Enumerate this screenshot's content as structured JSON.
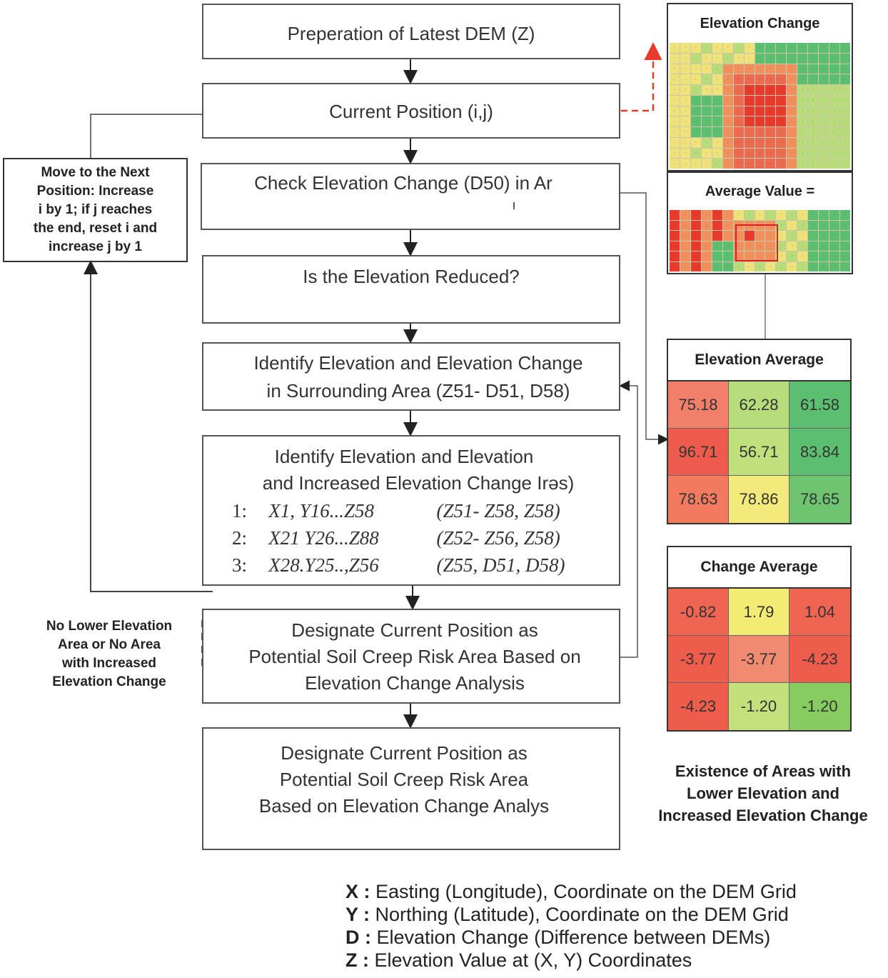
{
  "flow": {
    "step1": "Preperation of Latest DEM (Z)",
    "step2": "Current Position (i,j)",
    "step3": "Check Elevation Change (D50) in Ar",
    "step3_mark": "ı",
    "step4": "Is the Elevation Reduced?",
    "step5_l1": "Identify Elevation and Elevation Change",
    "step5_l2": "in Surrounding Area (Z51- D51, D58)",
    "step6_l1": "Identify Elevation and Elevation",
    "step6_l2": "and Increased Elevation Change Irəs)",
    "step6_rows": [
      {
        "n": "1:",
        "a": "X1, Y16...Z58",
        "b": "(Z51- Z58, Z58)"
      },
      {
        "n": "2:",
        "a": "X21 Y26...Z88",
        "b": "(Z52- Z56, Z58)"
      },
      {
        "n": "3:",
        "a": "X28.Y25..,Z56",
        "b": "(Z55, D51, D58)"
      }
    ],
    "step7_l1": "Designate Current Position as",
    "step7_l2": "Potential Soil Creep Risk Area Based on",
    "step7_l3": "Elevation Change Analysis",
    "step8_l1": "Designate Current Position as",
    "step8_l2": "Potential Soil Creep Risk Area",
    "step8_l3": "Based on Elevation Change Analys"
  },
  "side": {
    "move_l1": "Move to the Next",
    "move_l2": "Position: Increase",
    "move_l3": "i by 1; if j reaches",
    "move_l4": "the end, reset i and",
    "move_l5": "increase j by 1",
    "no_l1": "No Lower Elevation",
    "no_l2": "Area or No Area",
    "no_l3": "with Increased",
    "no_l4": "Elevation Change",
    "exist_l1": "Existence of Areas with",
    "exist_l2": "Lower Elevation and",
    "exist_l3": "Increased Elevation Change"
  },
  "panels": {
    "elev_change_title": "Elevation Change",
    "avg_value_title": "Average Value ="
  },
  "elevation_average": {
    "title": "Elevation Average",
    "cells": [
      {
        "v": "75.18",
        "c": "#f0806a"
      },
      {
        "v": "62.28",
        "c": "#b6dc7c"
      },
      {
        "v": "61.58",
        "c": "#5cbf6f"
      },
      {
        "v": "96.71",
        "c": "#ee5a4c"
      },
      {
        "v": "56.71",
        "c": "#bfe07c"
      },
      {
        "v": "83.84",
        "c": "#5cbf6f"
      },
      {
        "v": "78.63",
        "c": "#f27a5e"
      },
      {
        "v": "78.86",
        "c": "#f3ea7c"
      },
      {
        "v": "78.65",
        "c": "#6fc470"
      }
    ]
  },
  "change_average": {
    "title": "Change Average",
    "cells": [
      {
        "v": "-0.82",
        "c": "#ef6552"
      },
      {
        "v": "1.79",
        "c": "#f2ec74"
      },
      {
        "v": "1.04",
        "c": "#ef6552"
      },
      {
        "v": "-3.77",
        "c": "#ee5d4c"
      },
      {
        "v": "-3.77",
        "c": "#f08a70"
      },
      {
        "v": "-4.23",
        "c": "#ee5d4c"
      },
      {
        "v": "-4.23",
        "c": "#ee5d4c"
      },
      {
        "v": "-1.20",
        "c": "#c3e07c"
      },
      {
        "v": "-1.20",
        "c": "#86cc60"
      }
    ]
  },
  "legend": [
    {
      "k": "X :",
      "t": "Easting (Longitude), Coordinate on the DEM Grid"
    },
    {
      "k": "Y :",
      "t": "Northing (Latitude), Coordinate on the DEM Grid"
    },
    {
      "k": "D :",
      "t": "Elevation Change (Difference between DEMs)"
    },
    {
      "k": "Z :",
      "t": "Elevation Value at (X, Y) Coordinates"
    }
  ],
  "colors": {
    "red": "#e8392c",
    "orange": "#f0905c",
    "yellow": "#efe27a",
    "lightgreen": "#b9dc7a",
    "green": "#5cbf6f",
    "dashed_arrow": "#e8392c"
  }
}
